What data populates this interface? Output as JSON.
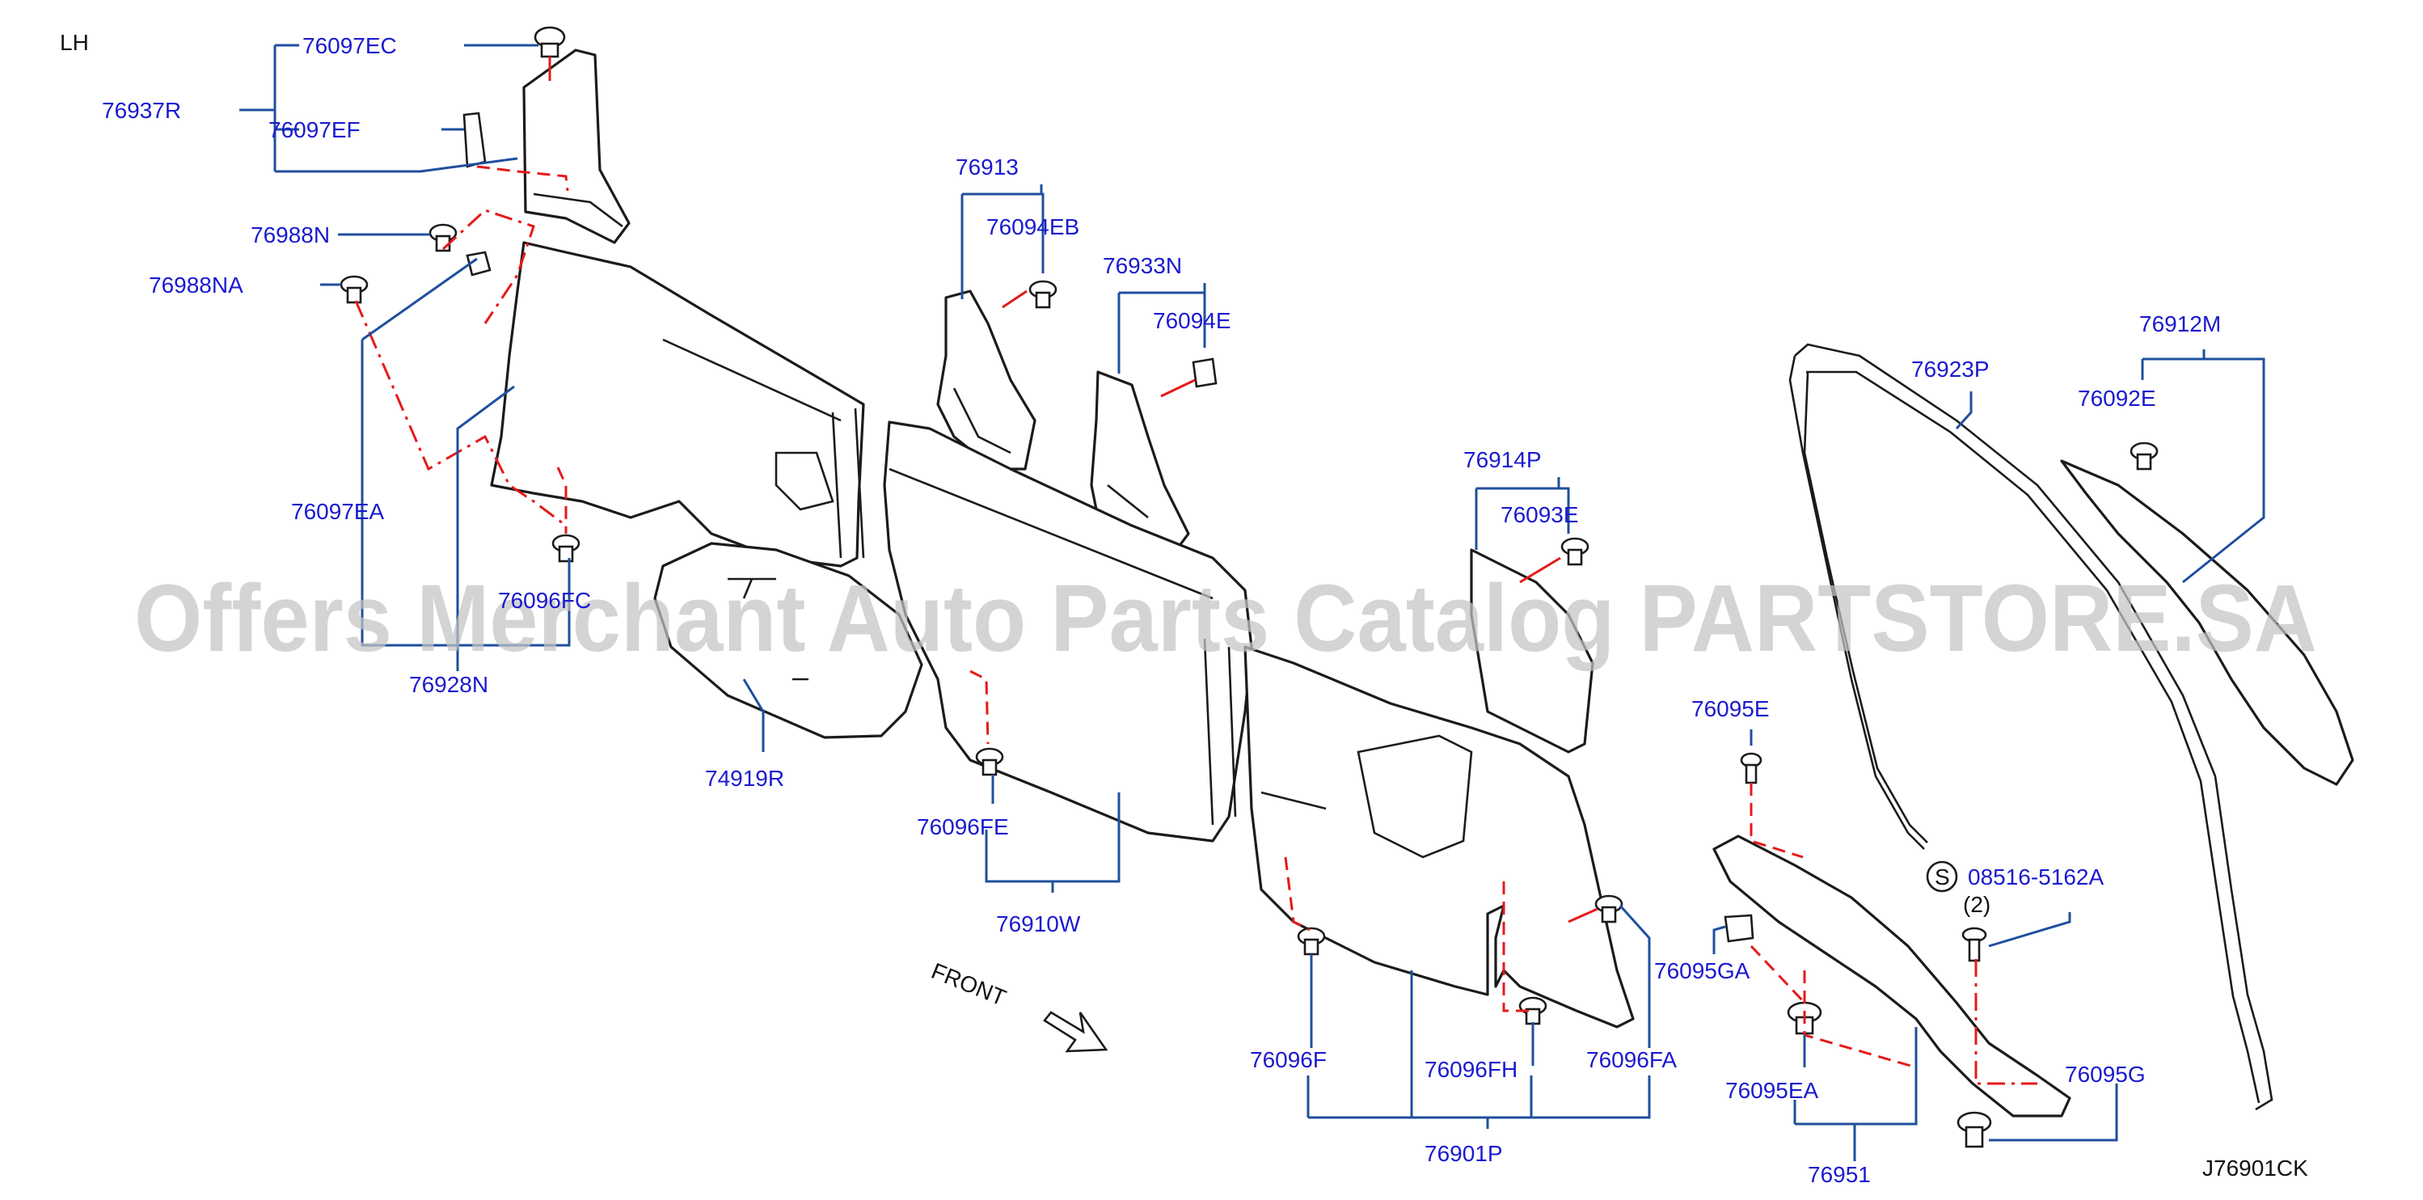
{
  "diagram": {
    "side_label": "LH",
    "diagram_code": "J76901CK",
    "front_label": "FRONT",
    "watermark": "Offers Merchant Auto Parts Catalog PARTSTORE.SA",
    "screw_symbol": "S",
    "screw_qty": "(2)",
    "parts": {
      "p76097EC": "76097EC",
      "p76937R": "76937R",
      "p76097EF": "76097EF",
      "p76988N": "76988N",
      "p76988NA": "76988NA",
      "p76097EA": "76097EA",
      "p76096FC": "76096FC",
      "p76928N": "76928N",
      "p74919R": "74919R",
      "p76913": "76913",
      "p76094EB": "76094EB",
      "p76933N": "76933N",
      "p76094E": "76094E",
      "p76096FE": "76096FE",
      "p76910W": "76910W",
      "p76914P": "76914P",
      "p76093E": "76093E",
      "p76096F": "76096F",
      "p76096FH": "76096FH",
      "p76096FA": "76096FA",
      "p76901P": "76901P",
      "p76095E": "76095E",
      "p76095GA": "76095GA",
      "p76095EA": "76095EA",
      "p76951": "76951",
      "p76923P": "76923P",
      "p76912M": "76912M",
      "p76092E": "76092E",
      "p08516": "08516-5162A",
      "p76095G": "76095G"
    }
  }
}
